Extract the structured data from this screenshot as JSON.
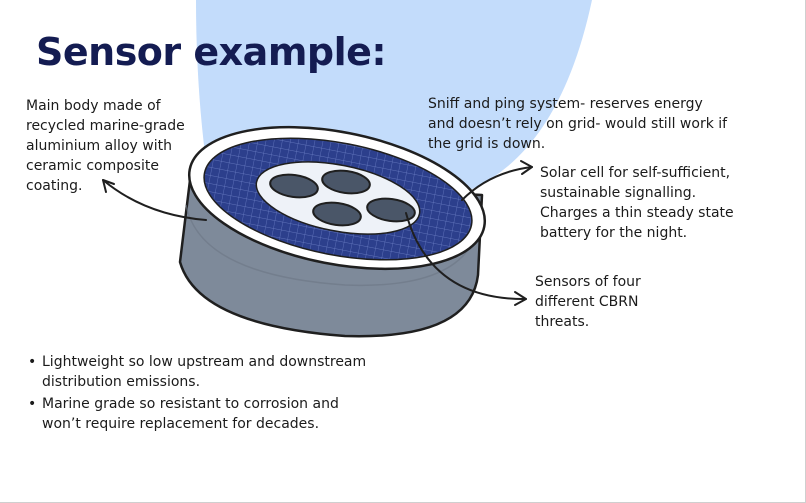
{
  "title": "Sensor example:",
  "annotations": {
    "body": "Main body made of\nrecycled marine-grade\naluminium alloy with\nceramic composite\ncoating.",
    "sniff": "Sniff and ping system- reserves energy\nand doesn’t rely on grid- would still work if\nthe grid is down.",
    "solar": "Solar cell for self-sufficient,\nsustainable signalling.\nCharges a thin steady state\nbattery for the night.",
    "sensors": "Sensors of four\ndifferent CBRN\nthreats."
  },
  "bullets": [
    "Lightweight so low upstream and downstream\ndistribution emissions.",
    "Marine grade so resistant to corrosion and\nwon’t require replacement for decades."
  ],
  "colors": {
    "title": "#141c52",
    "beam": "#c3dcfb",
    "body_side": "#7e8a9a",
    "solar_panel": "#2c3f8c",
    "sensor_pod": "#4a5668"
  }
}
